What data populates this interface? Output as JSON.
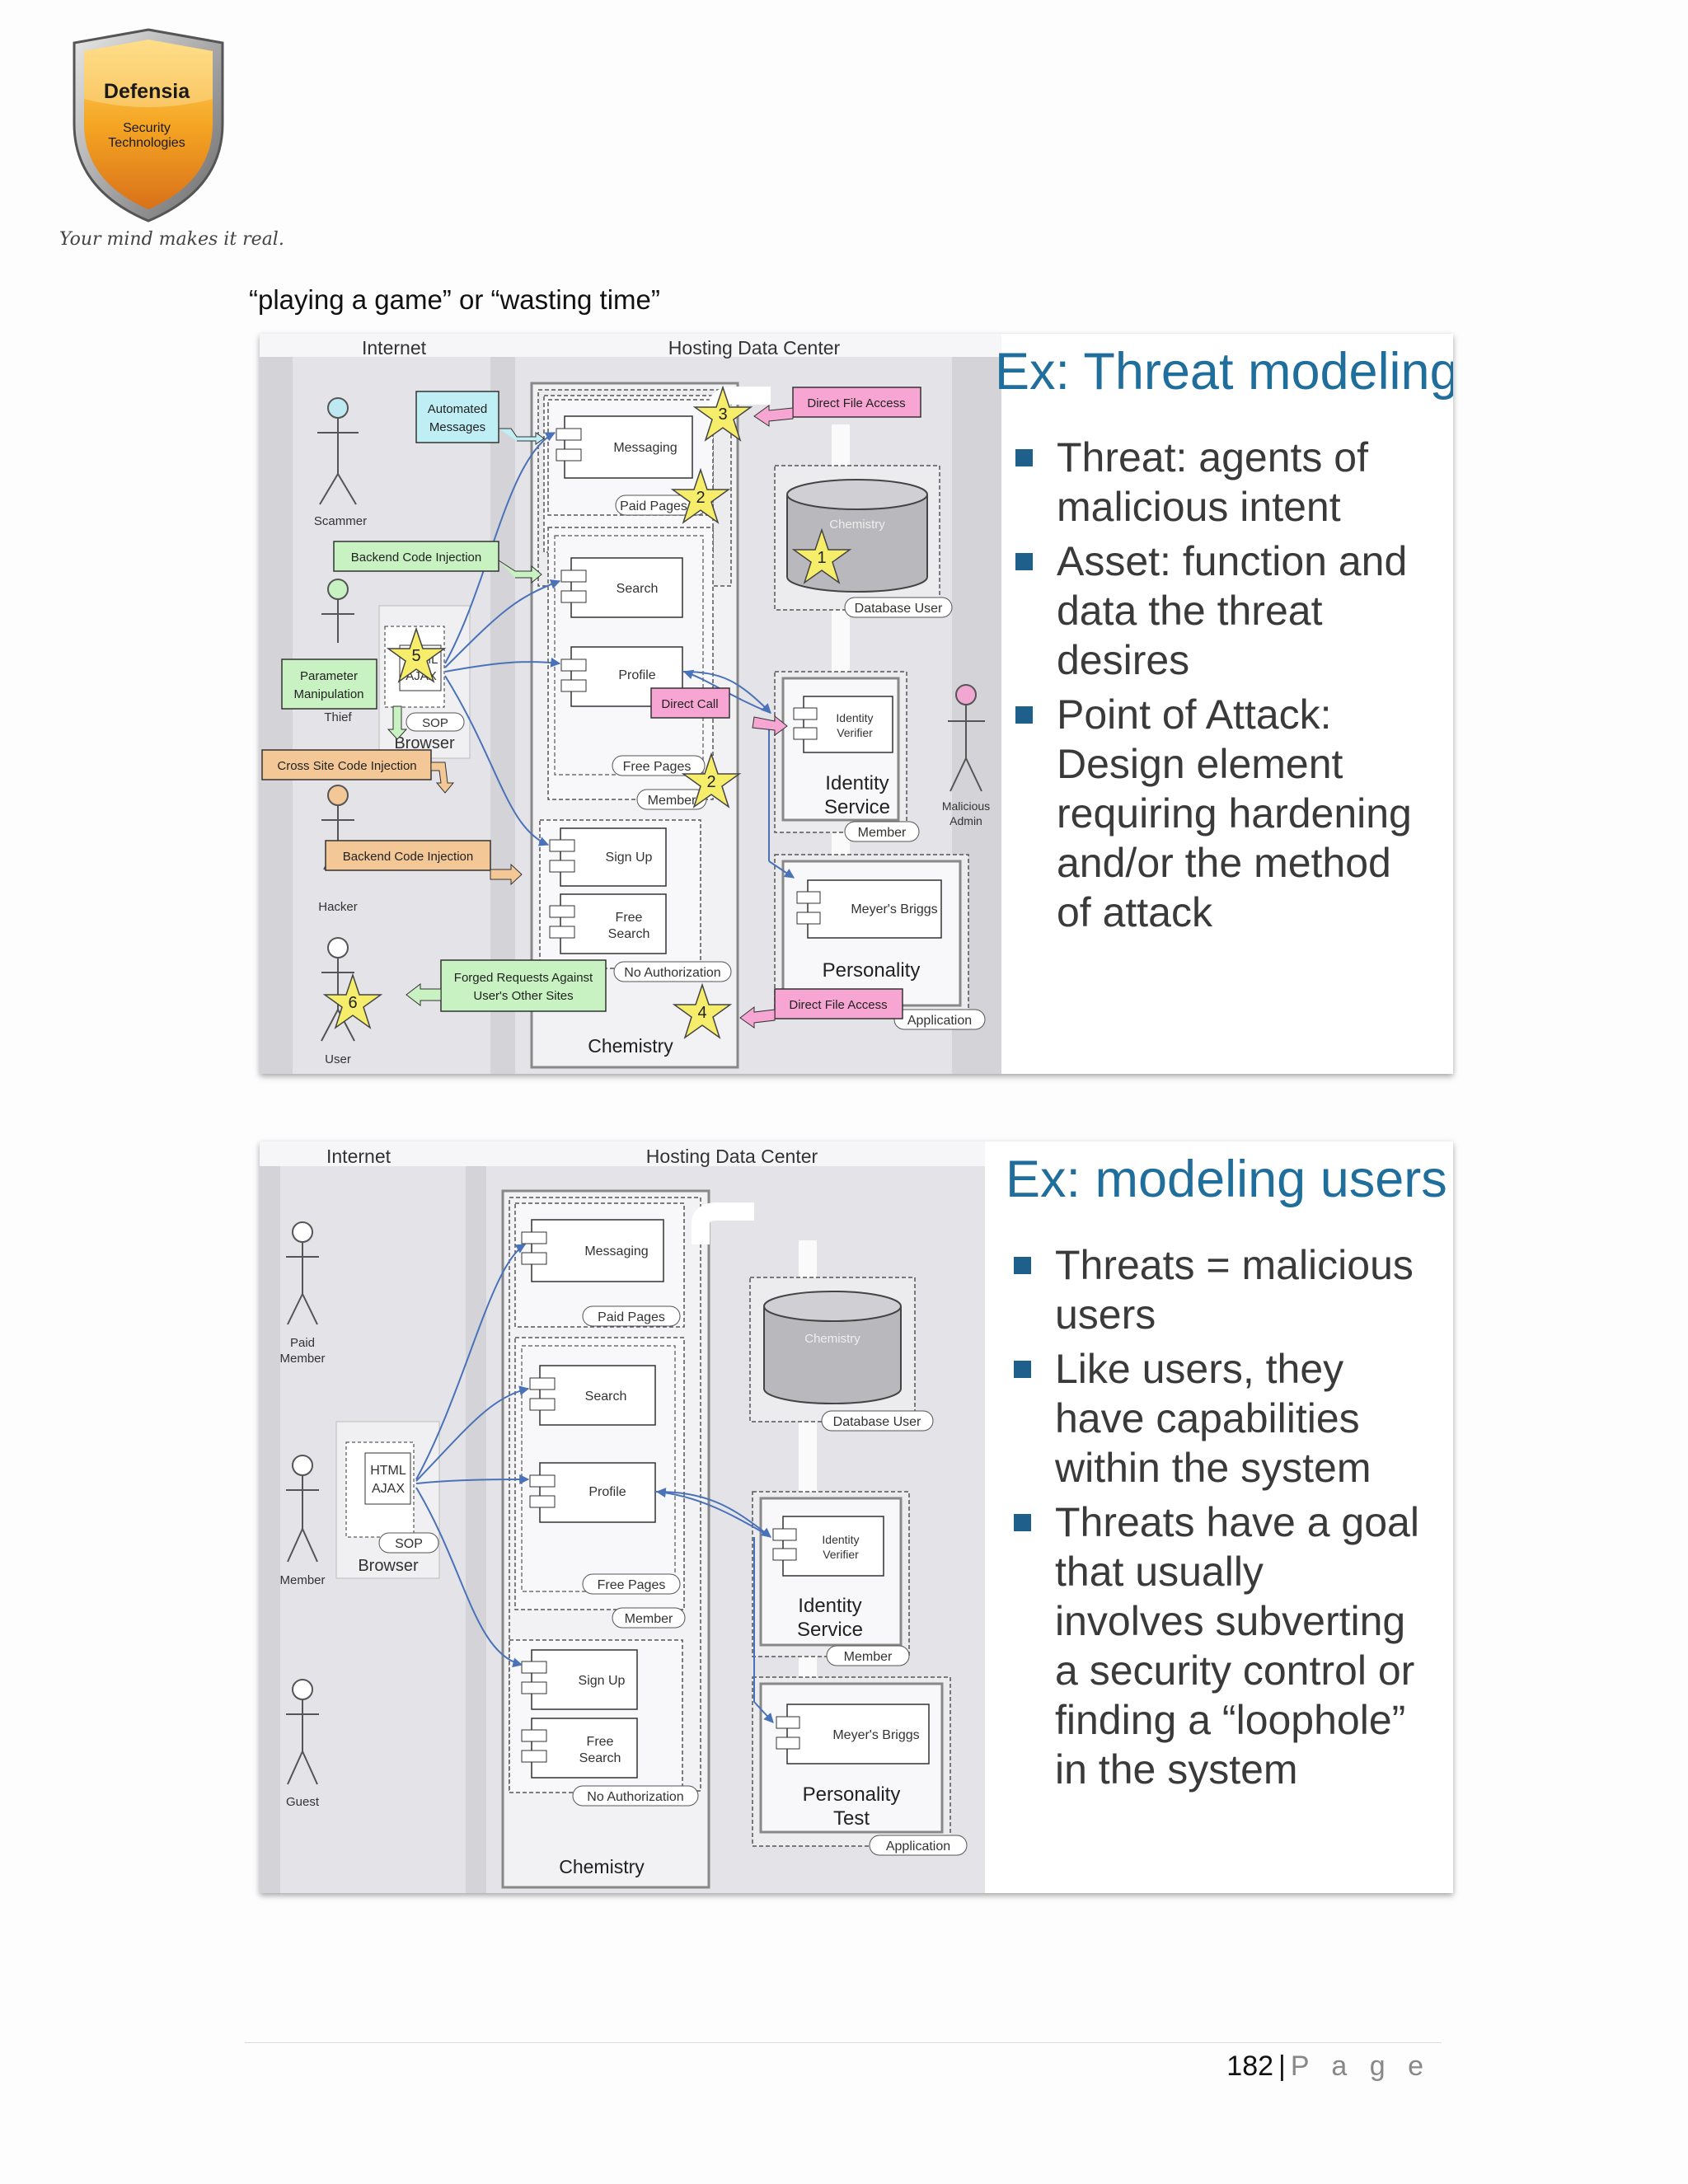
{
  "logo": {
    "brand": "Defensia",
    "subtitle_line1": "Security",
    "subtitle_line2": "Technologies",
    "tagline": "Your mind makes it real.",
    "shield_color": "#f39c12"
  },
  "intro_text": "“playing a game” or “wasting time”",
  "slide1": {
    "title": "Ex: Threat modeling",
    "bullets": [
      "Threat: agents of malicious intent",
      "Asset: function and data the threat desires",
      "Point of Attack: Design element requiring hardening and/or the method of attack"
    ],
    "diagram": {
      "zone_internet": "Internet",
      "zone_hosting": "Hosting Data Center",
      "actor_scammer": "Scammer",
      "actor_thief": "Thief",
      "actor_hacker": "Hacker",
      "actor_user": "User",
      "actor_admin_line1": "Malicious",
      "actor_admin_line2": "Admin",
      "attack_automated_line1": "Automated",
      "attack_automated_line2": "Messages",
      "attack_backend1": "Backend Code Injection",
      "attack_param_line1": "Parameter",
      "attack_param_line2": "Manipulation",
      "attack_xss": "Cross Site Code Injection",
      "attack_backend2": "Backend  Code Injection",
      "attack_forged_line1": "Forged Requests Against",
      "attack_forged_line2": "User's Other Sites",
      "attack_direct_file1": "Direct File Access",
      "attack_direct_call": "Direct Call",
      "attack_direct_file2": "Direct File Access",
      "comp_messaging": "Messaging",
      "comp_search": "Search",
      "comp_profile": "Profile",
      "comp_signup": "Sign Up",
      "comp_free_line1": "Free",
      "comp_free_line2": "Search",
      "comp_identity_verifier_line1": "Identity",
      "comp_identity_verifier_line2": "Verifier",
      "comp_meyers": "Meyer's Briggs",
      "comp_html_line1": "HTML",
      "comp_html_line2": "AJAX",
      "label_paid_pages": "Paid Pages",
      "label_free_pages": "Free Pages",
      "label_member": "Member",
      "label_no_auth": "No Authorization",
      "label_sop": "SOP",
      "label_browser": "Browser",
      "label_database_user": "Database User",
      "label_chemistry_db": "Chemistry",
      "label_chemistry": "Chemistry",
      "label_identity_service_line1": "Identity",
      "label_identity_service_line2": "Service",
      "label_member2": "Member",
      "label_personality": "Personality",
      "label_application": "Application",
      "stars": [
        "1",
        "2",
        "2",
        "3",
        "4",
        "5",
        "6"
      ]
    }
  },
  "slide2": {
    "title": "Ex: modeling users",
    "bullets": [
      "Threats = malicious users",
      "Like users, they have capabilities within the system",
      "Threats have a goal that usually involves subverting a security control or finding a “loophole” in the system"
    ],
    "diagram": {
      "zone_internet": "Internet",
      "zone_hosting": "Hosting Data Center",
      "actor_paid_line1": "Paid",
      "actor_paid_line2": "Member",
      "actor_member": "Member",
      "actor_guest": "Guest",
      "comp_messaging": "Messaging",
      "comp_search": "Search",
      "comp_profile": "Profile",
      "comp_signup": "Sign Up",
      "comp_free_line1": "Free",
      "comp_free_line2": "Search",
      "comp_identity_verifier_line1": "Identity",
      "comp_identity_verifier_line2": "Verifier",
      "comp_meyers": "Meyer's Briggs",
      "comp_html_line1": "HTML",
      "comp_html_line2": "AJAX",
      "label_paid_pages": "Paid Pages",
      "label_free_pages": "Free Pages",
      "label_member": "Member",
      "label_no_auth": "No Authorization",
      "label_sop": "SOP",
      "label_browser": "Browser",
      "label_database_user": "Database User",
      "label_chemistry_db": "Chemistry",
      "label_chemistry": "Chemistry",
      "label_identity_service_line1": "Identity",
      "label_identity_service_line2": "Service",
      "label_member2": "Member",
      "label_personality_line1": "Personality",
      "label_personality_line2": "Test",
      "label_application": "Application"
    }
  },
  "footer": {
    "page_number": "182",
    "separator": "|",
    "page_word": "P a g e"
  }
}
